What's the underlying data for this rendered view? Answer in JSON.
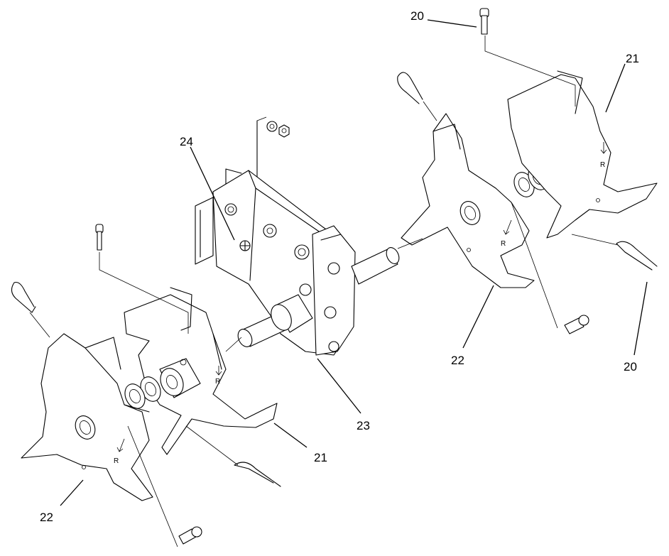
{
  "callouts": [
    {
      "id": "c1",
      "label": "20"
    },
    {
      "id": "c2",
      "label": "21"
    },
    {
      "id": "c3",
      "label": "24"
    },
    {
      "id": "c4",
      "label": "22"
    },
    {
      "id": "c5",
      "label": "20"
    },
    {
      "id": "c6",
      "label": "23"
    },
    {
      "id": "c7",
      "label": "21"
    },
    {
      "id": "c8",
      "label": "22"
    }
  ],
  "rotation_mark": "R"
}
